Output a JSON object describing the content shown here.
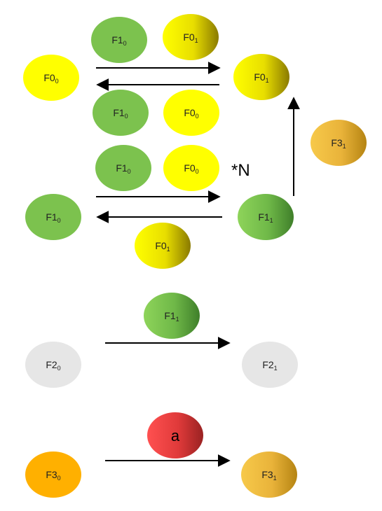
{
  "colors": {
    "yellow": "#ffff00",
    "yellow_dark": "#8a7a00",
    "green": "#7cc24e",
    "green_dark": "#3f7f2a",
    "gray": "#e6e6e6",
    "orange": "#ffb000",
    "orange_gold": "#f5c545",
    "orange_dark": "#b58412",
    "red": "#ff4a4a",
    "red_dark": "#9a2222",
    "arrow": "#000000"
  },
  "nodes": {
    "f0_0_left": {
      "name": "F0",
      "sub": "0",
      "fill": "yellow"
    },
    "f0_1_right": {
      "name": "F0",
      "sub": "1",
      "fill": "yellow_grad"
    },
    "f1_0_left": {
      "name": "F1",
      "sub": "0",
      "fill": "green"
    },
    "f1_1_right": {
      "name": "F1",
      "sub": "1",
      "fill": "green_grad"
    },
    "f3_1_side": {
      "name": "F3",
      "sub": "1",
      "fill": "orange_grad"
    },
    "f2_0_left": {
      "name": "F2",
      "sub": "0",
      "fill": "gray"
    },
    "f2_1_right": {
      "name": "F2",
      "sub": "1",
      "fill": "gray"
    },
    "f3_0_left": {
      "name": "F3",
      "sub": "0",
      "fill": "orange"
    },
    "f3_1_right": {
      "name": "F3",
      "sub": "1",
      "fill": "orange_grad"
    }
  },
  "tokens": {
    "t1_f1_0": {
      "name": "F1",
      "sub": "0",
      "fill": "green"
    },
    "t1_f0_1": {
      "name": "F0",
      "sub": "1",
      "fill": "yellow_grad"
    },
    "t2_f1_0": {
      "name": "F1",
      "sub": "0",
      "fill": "green"
    },
    "t2_f0_0": {
      "name": "F0",
      "sub": "0",
      "fill": "yellow"
    },
    "t3_f1_0": {
      "name": "F1",
      "sub": "0",
      "fill": "green"
    },
    "t3_f0_0": {
      "name": "F0",
      "sub": "0",
      "fill": "yellow"
    },
    "t4_f0_1": {
      "name": "F0",
      "sub": "1",
      "fill": "yellow_grad"
    },
    "t5_f1_1": {
      "name": "F1",
      "sub": "1",
      "fill": "green_grad"
    },
    "t6_a": {
      "name": "a",
      "sub": "",
      "fill": "red_grad"
    }
  },
  "multiplier": "*N"
}
